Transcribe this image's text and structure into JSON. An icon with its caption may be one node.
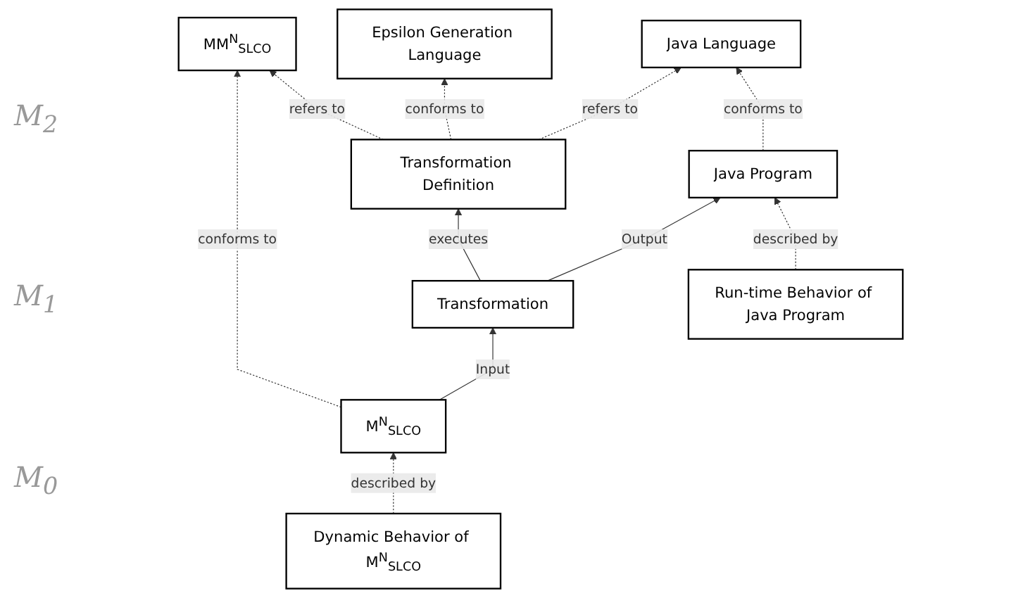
{
  "diagram": {
    "nodes": [
      {
        "text": [
          "MM$^{N}$$_{SLCO}$"
        ]
      },
      {
        "text": [
          "Epsilon Generation Language"
        ]
      },
      {
        "text": [
          "Java Language"
        ]
      },
      {
        "text": [
          "M$^{N}$$_{SLCO}$"
        ]
      },
      {
        "text": [
          "Transformation Definition"
        ]
      },
      {
        "text": [
          "Java Program"
        ]
      },
      {
        "text": [
          "Dynamic Behavior of M$^{N}$$_{SLCO}$"
        ]
      },
      {
        "text": [
          "Transformation"
        ]
      },
      {
        "text": [
          "Run-time Behavior of Java Program"
        ]
      }
    ],
    "edges": [
      {
        "from": 3,
        "to": 0,
        "arrow": "to",
        "label": "conforms to",
        "style": "dashed"
      },
      {
        "from": 4,
        "to": 0,
        "arrow": "to",
        "label": "refers to",
        "style": "dashed"
      },
      {
        "from": 4,
        "to": 1,
        "arrow": "to",
        "label": "conforms to",
        "style": "dashed"
      },
      {
        "from": 4,
        "to": 2,
        "arrow": "to",
        "label": "refers to",
        "style": "dashed"
      },
      {
        "from": 5,
        "to": 2,
        "arrow": "to",
        "label": "conforms to",
        "style": "dashed"
      },
      {
        "from": 6,
        "to": 3,
        "arrow": "to",
        "label": "described by",
        "style": "dashed"
      },
      {
        "from": 3,
        "to": 7,
        "arrow": "to",
        "label": "Input"
      },
      {
        "from": 7,
        "to": 4,
        "arrow": "to",
        "label": "executes"
      },
      {
        "from": 7,
        "to": 5,
        "arrow": "to",
        "label": "Output"
      },
      {
        "from": 8,
        "to": 5,
        "arrow": "to",
        "label": "described by",
        "style": "dashed"
      }
    ],
    "labels": [
      "M$_{2}$",
      "M$_{1}$",
      "M$_{0}$"
    ]
  }
}
